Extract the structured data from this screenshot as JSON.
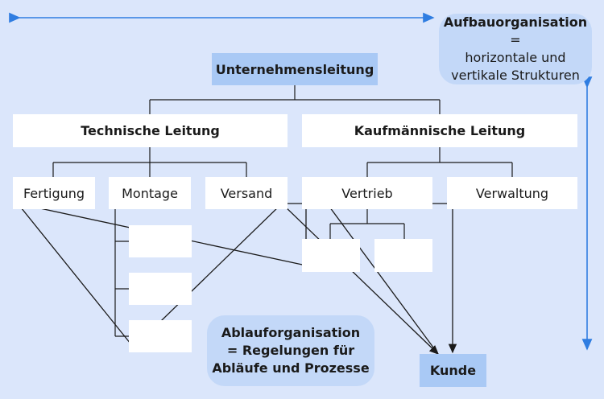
{
  "top": "Unternehmensleitung",
  "technical": "Technische Leitung",
  "commercial": "Kaufmännische Leitung",
  "departments": {
    "fertigung": "Fertigung",
    "montage": "Montage",
    "versand": "Versand",
    "vertrieb": "Vertrieb",
    "verwaltung": "Verwaltung"
  },
  "customer": "Kunde",
  "aufbau": {
    "title": "Aufbauorganisation",
    "suffix": " =",
    "line1": "horizontale und",
    "line2": "vertikale Strukturen"
  },
  "ablauf": {
    "line1": "Ablauforganisation",
    "line2": "= Regelungen für",
    "line3": "Abläufe und Prozesse"
  },
  "colors": {
    "background": "#dbe6fb",
    "boxes": "#ffffff",
    "highlight_box": "#a9c9f5",
    "note": "#c3d8f8",
    "arrow_axis": "#2f7de1",
    "lines": "#1a1a1a"
  }
}
